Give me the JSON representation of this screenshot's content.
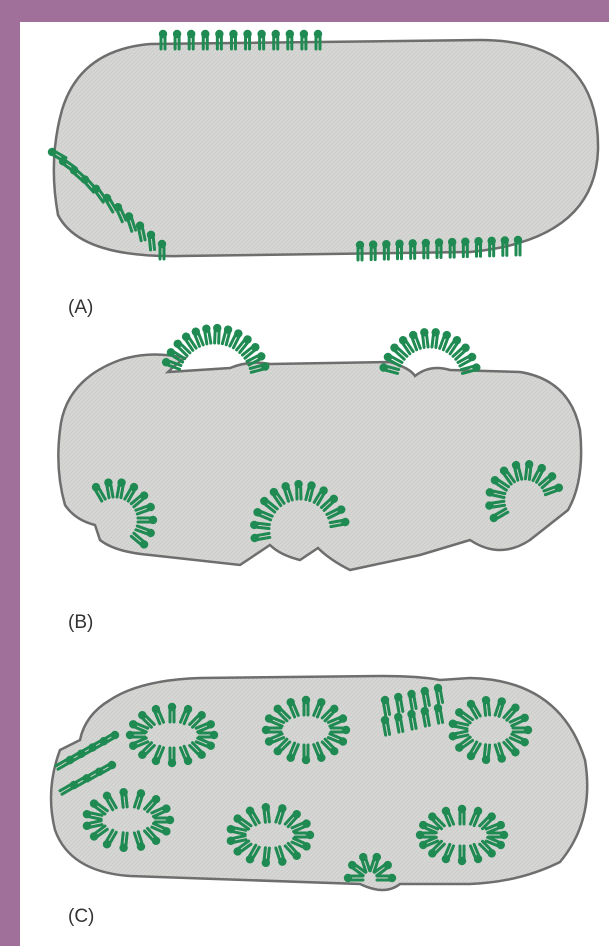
{
  "panels": [
    {
      "label": "(A)"
    },
    {
      "label": "(B)"
    },
    {
      "label": "(C)"
    }
  ],
  "colors": {
    "frame_outer": "#a0709a",
    "frame_inner": "#d98fbf",
    "cell_fill": "#d6d6d4",
    "cell_outline": "#6e6e6e",
    "lipid": "#1f8a52"
  },
  "lipid_icon": "amphipathic-lipid-icon"
}
